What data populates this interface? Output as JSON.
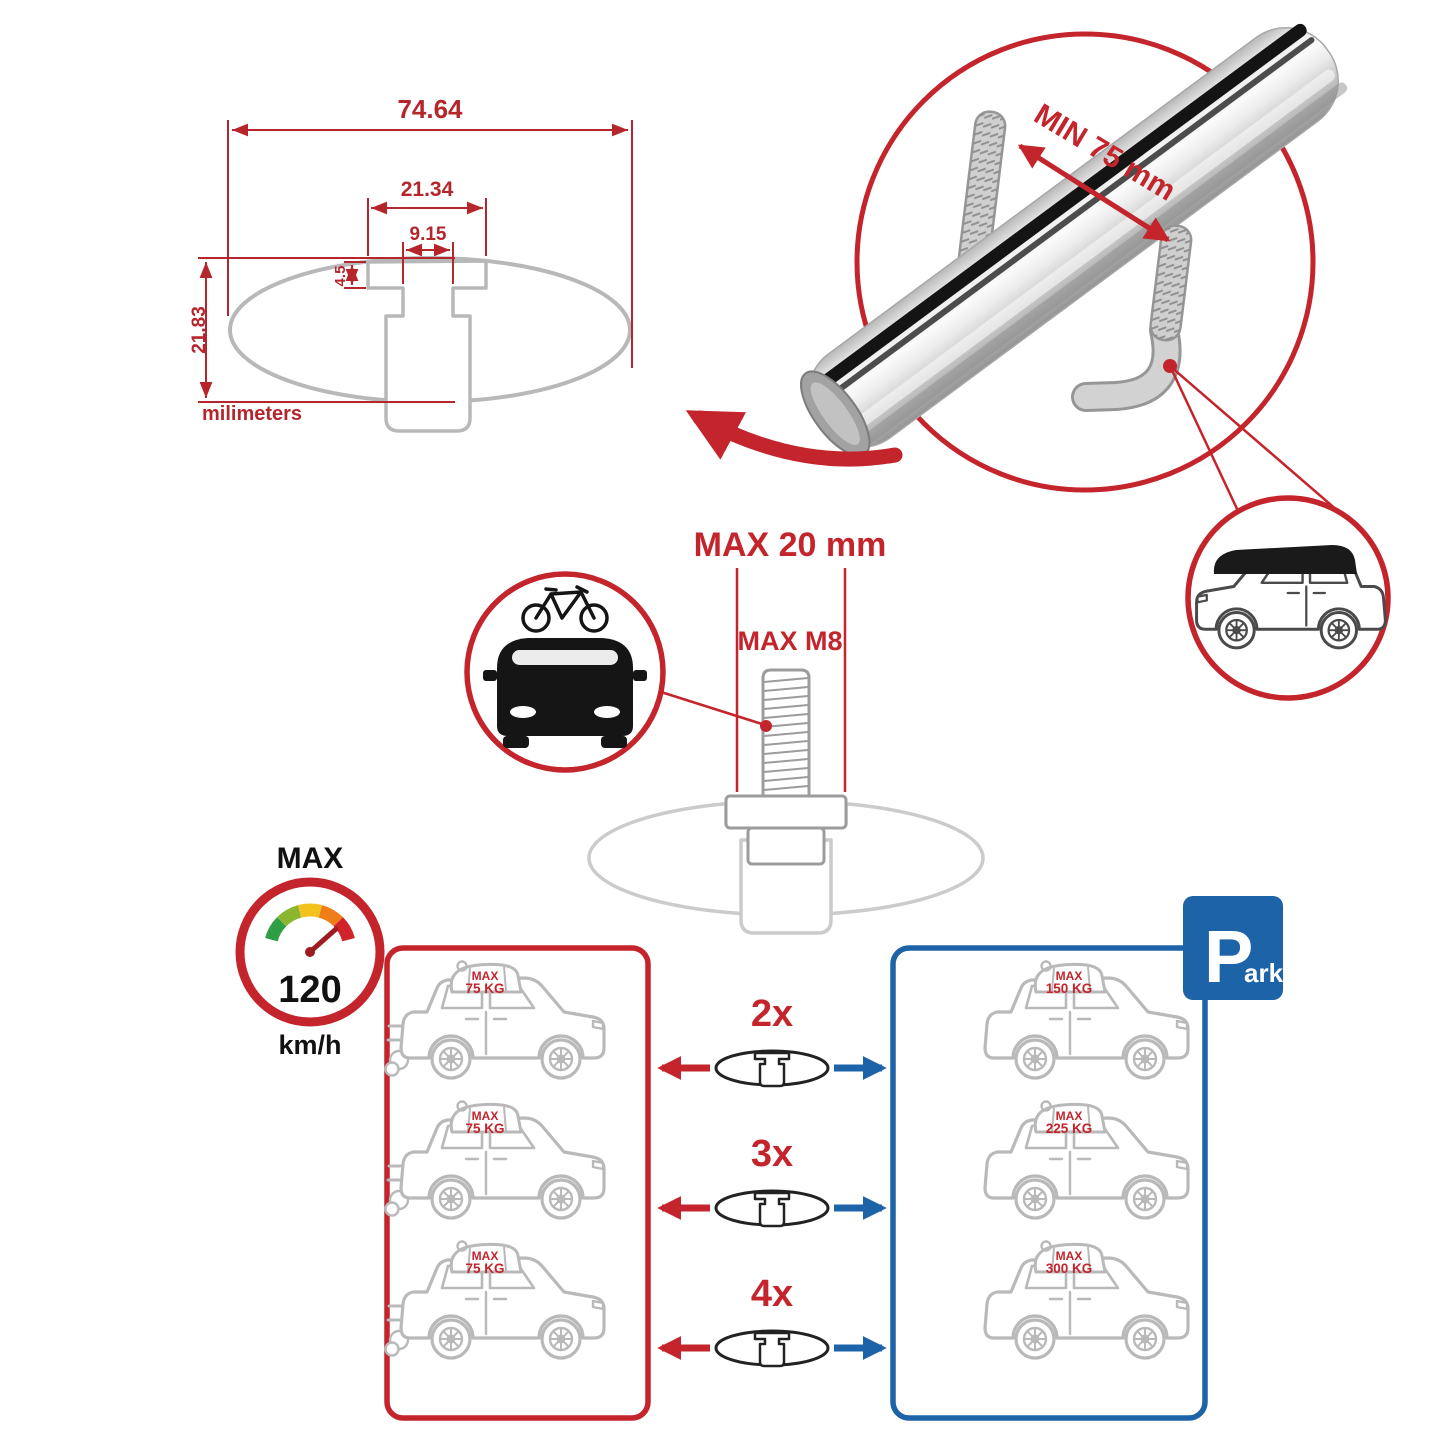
{
  "colors": {
    "accent_red": "#c4242b",
    "dim_red": "#b5262c",
    "accent_blue": "#1d63a8",
    "profile_gray": "#b8b8b8",
    "ink": "#111111"
  },
  "cross_section": {
    "total_width": "74.64",
    "outer_slot_width": "21.34",
    "inner_slot_width": "9.15",
    "lip_depth": "4.5",
    "total_height": "21.83",
    "units": "milimeters"
  },
  "bar_detail": {
    "min_span": "MIN 75 mm"
  },
  "bolt": {
    "max_length": "MAX 20 mm",
    "max_thread": "MAX M8"
  },
  "speed": {
    "label": "MAX",
    "value": "120",
    "unit": "km/h"
  },
  "quantities": [
    {
      "label": "2x"
    },
    {
      "label": "3x"
    },
    {
      "label": "4x"
    }
  ],
  "driving": {
    "cars": [
      {
        "line1": "MAX",
        "line2": "75 KG"
      },
      {
        "line1": "MAX",
        "line2": "75 KG"
      },
      {
        "line1": "MAX",
        "line2": "75 KG"
      }
    ]
  },
  "parked": {
    "cars": [
      {
        "line1": "MAX",
        "line2": "150 KG"
      },
      {
        "line1": "MAX",
        "line2": "225 KG"
      },
      {
        "line1": "MAX",
        "line2": "300 KG"
      }
    ]
  },
  "park_sign": {
    "big": "P",
    "small": "ark"
  }
}
